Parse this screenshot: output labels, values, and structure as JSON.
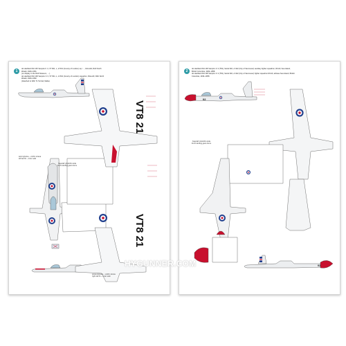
{
  "profiles": [
    {
      "number": "1",
      "caption": [
        "de Havilland DH 115 Vampire F. 3, VT 821, L, of 501 (County of London) sq./ …, RAuxAF, RAF North Weald, 1949–1951",
        "(on display in the RAF Museum, …).",
        "de Havilland DH 100 Vampire F. 3, VT 821, L, of 601 (County of London) squadron, RAuxAF, RAF North Weald, 1949–1952.",
        "(Attached to RAF 71 Ta Kali, Malta)."
      ],
      "notes": {
        "left_tail": "letní kýlovka – vnitřní strana",
        "left_tail_en": "left tail fin – inner side",
        "walkway": "Kapotáž předního kola",
        "walkway_en": "Front landing gear doors",
        "right_tail": "pravá kýlovka – vnitřní strana",
        "right_tail_en": "right tail fin – inner side"
      },
      "serial": "VT8 21",
      "nose_color": "#ffffff"
    },
    {
      "number": "2",
      "caption": [
        "de Havilland DH 100 Vampire F. 3 (T63), Serial 302, of 442 (City of Vancouver) auxiliary fighter squadron, RCAF, Sea Island, British Columbia, 1949–1958.",
        "de Havilland DH 100 Vampire F. 3 (T63), Serial 302, of 442 (City of Vancouver) fighter squadron RCAF, airbase Sea Island, British Columbia, 1949–1958."
      ],
      "notes": {
        "walkway": "Kapotáž předního kola",
        "walkway_en": "Front landing gear doors"
      },
      "serial": "02",
      "nose_color": "#c8102e"
    }
  ],
  "watermark": "HYGUNNER.COM",
  "colors": {
    "teal": "#2e9ba6",
    "roundel_blue": "#1f3e8c",
    "roundel_red": "#c8102e",
    "outline": "#4a4a4a",
    "silver": "#e9ebed"
  },
  "icons": [
    "roundel-icon",
    "fin-flash-icon"
  ]
}
